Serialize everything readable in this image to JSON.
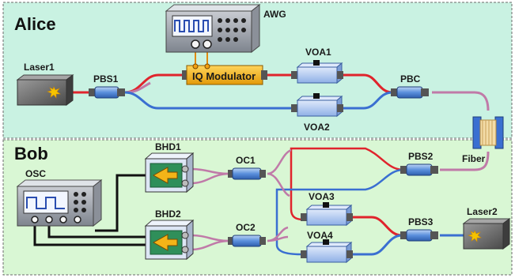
{
  "regions": {
    "alice": "Alice",
    "bob": "Bob"
  },
  "labels": {
    "awg": "AWG",
    "laser1": "Laser1",
    "pbs1": "PBS1",
    "iq_modulator": "IQ Modulator",
    "voa1": "VOA1",
    "voa2": "VOA2",
    "pbc": "PBC",
    "fiber": "Fiber",
    "osc": "OSC",
    "bhd1": "BHD1",
    "bhd2": "BHD2",
    "oc1": "OC1",
    "oc2": "OC2",
    "pbs2": "PBS2",
    "pbs3": "PBS3",
    "voa3": "VOA3",
    "voa4": "VOA4",
    "laser2": "Laser2"
  },
  "colors": {
    "alice_bg": "#c9f2e2",
    "bob_bg": "#d9f7d4",
    "fiber_red": "#e0242c",
    "fiber_blue": "#3a6fd1",
    "fiber_pink": "#c07aa8",
    "iq_modulator": "#f3b418",
    "component_blue": "#4a84d6",
    "laser_body": "#6e6e6e"
  }
}
